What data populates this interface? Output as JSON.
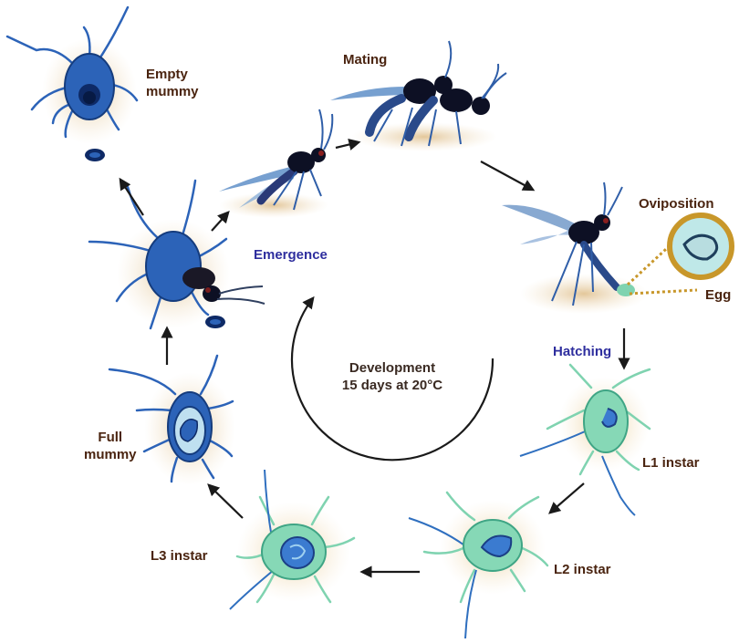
{
  "labels": {
    "empty_mummy_l1": "Empty",
    "empty_mummy_l2": "mummy",
    "mating": "Mating",
    "oviposition": "Oviposition",
    "egg": "Egg",
    "emergence": "Emergence",
    "hatching": "Hatching",
    "development_l1": "Development",
    "development_l2": "15 days at 20°C",
    "l1_instar": "L1 instar",
    "l2_instar": "L2 instar",
    "l3_instar": "L3 instar",
    "full_mummy_l1": "Full",
    "full_mummy_l2": "mummy"
  },
  "colors": {
    "label_text": "#4a2410",
    "stage_label_blue": "#2e2e9e",
    "wasp_body": "#1f3f7a",
    "wasp_head": "#0d1024",
    "mummy_blue": "#2c63b8",
    "larva_green": "#7fd3b0",
    "larva_blue": "#2f6fbf",
    "shadow": "#e8cfa8",
    "arrow": "#1a1a1a",
    "egg_circle": "#c8972a"
  }
}
